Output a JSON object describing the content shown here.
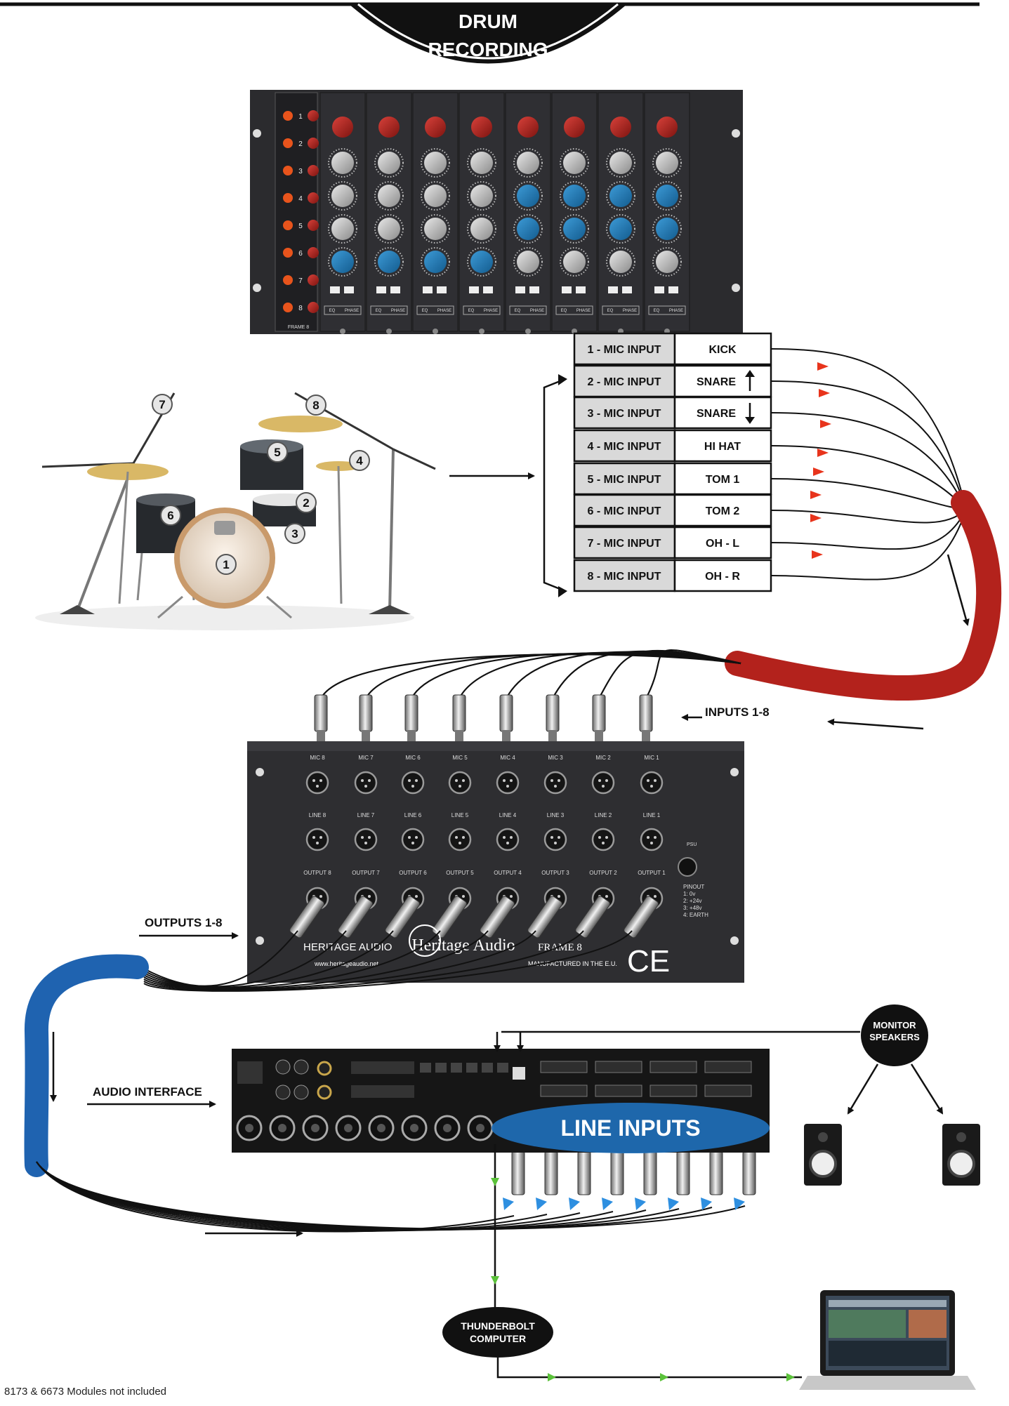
{
  "header": {
    "title_line1": "DRUM",
    "title_line2": "RECORDING"
  },
  "preamp": {
    "rack_label": "FRAME 8",
    "channel_numbers": [
      "1",
      "2",
      "3",
      "4",
      "5",
      "6",
      "7",
      "8"
    ],
    "switch_labels": [
      "EQ",
      "PHASE"
    ]
  },
  "kit_mic_numbers": [
    "1",
    "2",
    "3",
    "4",
    "5",
    "6",
    "7",
    "8"
  ],
  "mic_table": {
    "rows": [
      {
        "input": "1 - MIC INPUT",
        "source": "KICK",
        "arrow": ""
      },
      {
        "input": "2 - MIC INPUT",
        "source": "SNARE",
        "arrow": "up"
      },
      {
        "input": "3 - MIC INPUT",
        "source": "SNARE",
        "arrow": "down"
      },
      {
        "input": "4 - MIC INPUT",
        "source": "HI HAT",
        "arrow": ""
      },
      {
        "input": "5 - MIC INPUT",
        "source": "TOM 1",
        "arrow": ""
      },
      {
        "input": "6 - MIC INPUT",
        "source": "TOM 2",
        "arrow": ""
      },
      {
        "input": "7 - MIC INPUT",
        "source": "OH - L",
        "arrow": ""
      },
      {
        "input": "8 - MIC INPUT",
        "source": "OH - R",
        "arrow": ""
      }
    ]
  },
  "labels": {
    "inputs": "INPUTS 1-8",
    "outputs": "OUTPUTS 1-8",
    "audio_interface": "AUDIO INTERFACE",
    "line_inputs": "LINE INPUTS",
    "monitor_line1": "MONITOR",
    "monitor_line2": "SPEAKERS",
    "thunderbolt_line1": "THUNDERBOLT",
    "thunderbolt_line2": "COMPUTER"
  },
  "frame8": {
    "mic_labels": [
      "MIC 8",
      "MIC 7",
      "MIC 6",
      "MIC 5",
      "MIC 4",
      "MIC 3",
      "MIC 2",
      "MIC 1"
    ],
    "line_labels": [
      "LINE 8",
      "LINE 7",
      "LINE 6",
      "LINE 5",
      "LINE 4",
      "LINE 3",
      "LINE 2",
      "LINE 1"
    ],
    "output_labels": [
      "OUTPUT 8",
      "OUTPUT 7",
      "OUTPUT 6",
      "OUTPUT 5",
      "OUTPUT 4",
      "OUTPUT 3",
      "OUTPUT 2",
      "OUTPUT 1"
    ],
    "psu": "PSU",
    "pinout": [
      "PINOUT",
      "1: 0v",
      "2: +24v",
      "3: +48v",
      "4: EARTH"
    ],
    "brand": "HERITAGE AUDIO",
    "logo": "Heritage Audio",
    "model": "FRAME 8",
    "website": "www.heritageaudio.net",
    "made": "MANUFACTURED IN THE E.U.",
    "ce": "CE"
  },
  "footnote": "8173 & 6673 Modules not included",
  "colors": {
    "red_cable": "#b3221c",
    "blue_cable": "#1f63b0",
    "red_arrow": "#e8341c",
    "blue_arrow": "#2e8fe0",
    "green_arrow": "#5bc23a",
    "panel": "#2e2e31",
    "lozenge": "#1f6fb8"
  }
}
